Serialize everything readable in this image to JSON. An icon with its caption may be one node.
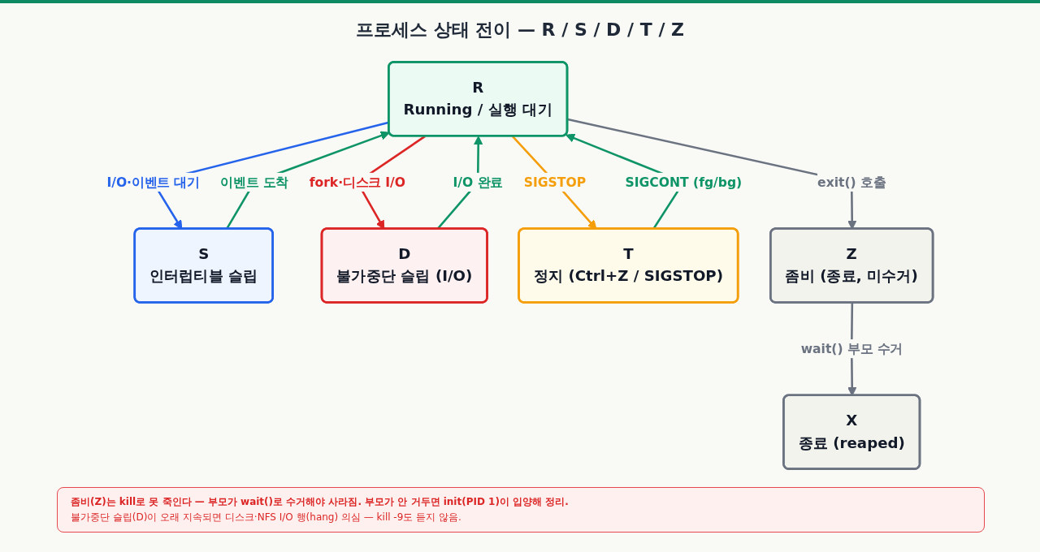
{
  "diagram": {
    "title": "프로세스 상태 전이 — R / S / D / T / Z",
    "nodes": [
      {
        "text": [
          "R",
          "Running / 실행 대기"
        ]
      },
      {
        "text": [
          "S",
          "인터럽티블 슬립"
        ]
      },
      {
        "text": [
          "D",
          "불가중단 슬립 (I/O)"
        ]
      },
      {
        "text": [
          "T",
          "정지 (Ctrl+Z / SIGSTOP)"
        ]
      },
      {
        "text": [
          "Z",
          "좀비 (종료, 미수거)"
        ]
      },
      {
        "text": [
          "X",
          "종료 (reaped)"
        ]
      }
    ],
    "edges": [
      {
        "from": 0,
        "to": 1,
        "arrow": "to",
        "label": "I/O·이벤트 대기",
        "color": "#2563eb"
      },
      {
        "from": 1,
        "to": 0,
        "arrow": "to",
        "label": "이벤트 도착"
      },
      {
        "from": 0,
        "to": 2,
        "arrow": "to",
        "label": "fork·디스크 I/O",
        "color": "#dc2626"
      },
      {
        "from": 2,
        "to": 0,
        "arrow": "to",
        "label": "I/O 완료"
      },
      {
        "from": 0,
        "to": 3,
        "arrow": "to",
        "label": "SIGSTOP",
        "color": "#f59e0b"
      },
      {
        "from": 3,
        "to": 0,
        "arrow": "to",
        "label": "SIGCONT (fg/bg)"
      },
      {
        "from": 0,
        "to": 4,
        "arrow": "to",
        "label": "exit() 호출",
        "color": "#6b7280"
      },
      {
        "from": 4,
        "to": 5,
        "arrow": "to",
        "label": "wait() 부모 수거",
        "color": "#6b7280"
      }
    ],
    "labels": [
      "좀비(Z)는 kill로 못 죽인다 — 부모가 wait()로 수거해야 사라짐. 부모가 안 거두면 init(PID 1)이 입양해 정리.",
      "불가중단 슬립(D)이 오래 지속되면 디스크·NFS I/O 행(hang) 의심 — kill -9도 듣지 않음."
    ]
  }
}
